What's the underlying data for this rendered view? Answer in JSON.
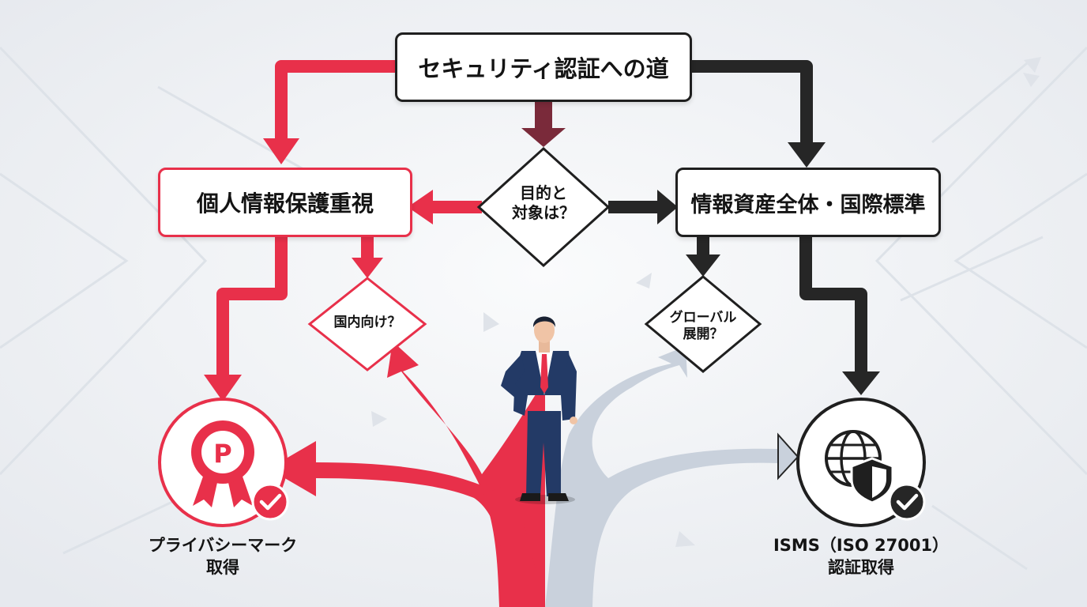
{
  "diagram": {
    "title": "セキュリティ認証への道",
    "decision_main": "目的と\n対象は？",
    "left_branch": "個人情報保護重視",
    "right_branch": "情報資産全体・国際標準",
    "decision_domestic": "国内向け？",
    "decision_global": "グローバル\n展開？",
    "outcome_left": "プライバシーマーク\n取得",
    "outcome_right": "ISMS（ISO 27001）\n認証取得",
    "badge_letter": "P"
  },
  "colors": {
    "accent_red": "#e8304a",
    "dark": "#262626",
    "path_light": "#c9d1dc",
    "suit_navy": "#233a66"
  }
}
